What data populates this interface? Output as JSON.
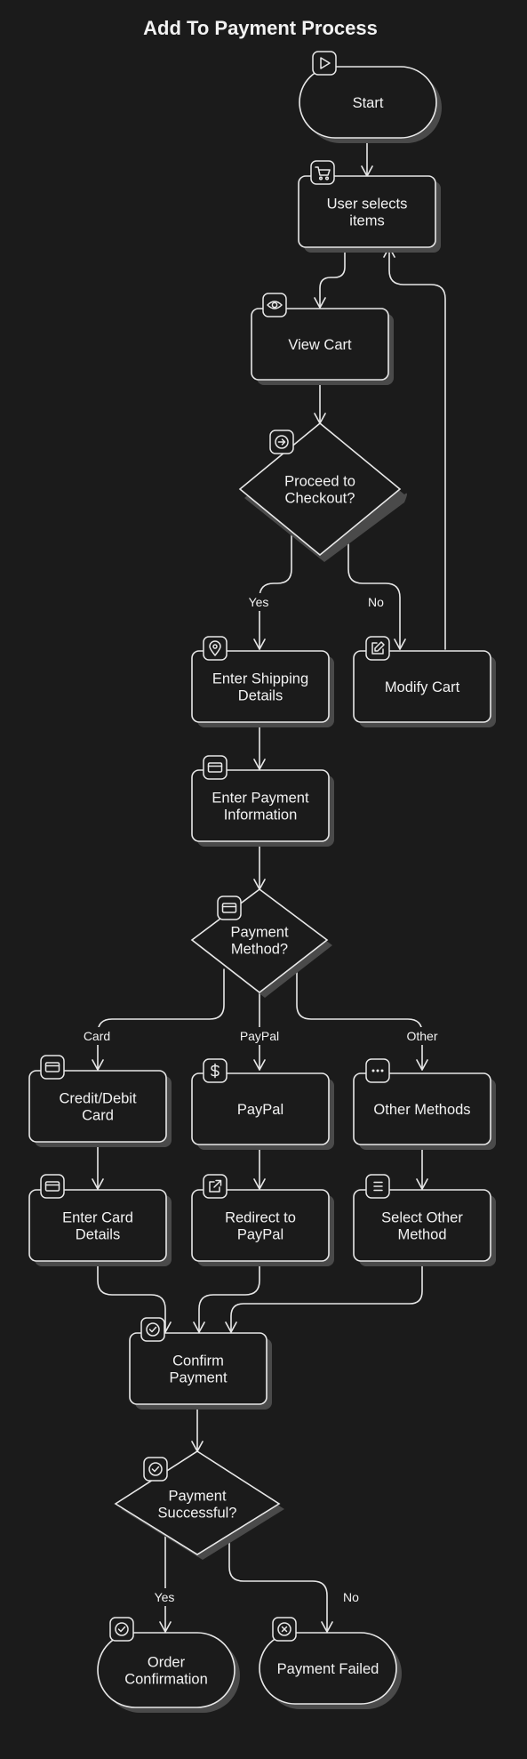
{
  "title": "Add To Payment Process",
  "colors": {
    "background": "#1b1b1b",
    "stroke": "#e8e8e8",
    "shadow": "#4a4a4a"
  },
  "nodes": {
    "start": {
      "label": "Start",
      "icon": "play-icon"
    },
    "select_items": {
      "label": "User selects items",
      "icon": "cart-icon"
    },
    "view_cart": {
      "label": "View Cart",
      "icon": "eye-icon"
    },
    "proceed": {
      "label": "Proceed to Checkout?",
      "icon": "arrow-right-circle-icon"
    },
    "shipping": {
      "label": "Enter Shipping Details",
      "icon": "location-pin-icon"
    },
    "modify_cart": {
      "label": "Modify Cart",
      "icon": "edit-icon"
    },
    "payment_info": {
      "label": "Enter Payment Information",
      "icon": "credit-card-icon"
    },
    "payment_method": {
      "label": "Payment Method?",
      "icon": "credit-card-icon"
    },
    "card": {
      "label": "Credit/Debit Card",
      "icon": "credit-card-icon"
    },
    "paypal": {
      "label": "PayPal",
      "icon": "dollar-icon"
    },
    "other_methods": {
      "label": "Other Methods",
      "icon": "more-icon"
    },
    "card_details": {
      "label": "Enter Card Details",
      "icon": "credit-card-icon"
    },
    "redirect_paypal": {
      "label": "Redirect to PayPal",
      "icon": "external-link-icon"
    },
    "select_other": {
      "label": "Select Other Method",
      "icon": "list-icon"
    },
    "confirm": {
      "label": "Confirm Payment",
      "icon": "check-circle-icon"
    },
    "successful": {
      "label": "Payment Successful?",
      "icon": "check-circle-icon"
    },
    "order_confirmation": {
      "label": "Order Confirmation",
      "icon": "check-circle-icon"
    },
    "payment_failed": {
      "label": "Payment Failed",
      "icon": "x-circle-icon"
    }
  },
  "edges": {
    "yes_checkout": "Yes",
    "no_checkout": "No",
    "card": "Card",
    "paypal": "PayPal",
    "other": "Other",
    "yes_success": "Yes",
    "no_success": "No"
  }
}
